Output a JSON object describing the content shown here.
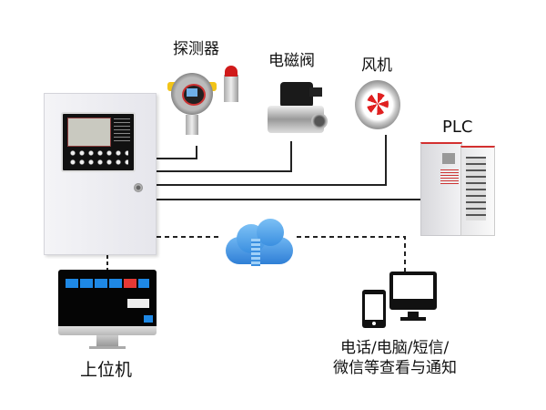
{
  "diagram": {
    "title": "Gas alarm controller system connection diagram",
    "nodes": {
      "controller": {
        "label": ""
      },
      "detector": {
        "label": "探测器"
      },
      "solenoid_valve": {
        "label": "电磁阀"
      },
      "fan": {
        "label": "风机"
      },
      "plc": {
        "label": "PLC"
      },
      "cloud": {
        "label": ""
      },
      "host_pc": {
        "label": "上位机"
      },
      "notification": {
        "label_line1": "电话/电脑/短信/",
        "label_line2": "微信等查看与通知"
      }
    },
    "edges": [
      {
        "from": "controller",
        "to": "detector",
        "style": "solid"
      },
      {
        "from": "controller",
        "to": "solenoid_valve",
        "style": "solid"
      },
      {
        "from": "controller",
        "to": "fan",
        "style": "solid"
      },
      {
        "from": "controller",
        "to": "plc",
        "style": "solid"
      },
      {
        "from": "controller",
        "to": "cloud",
        "style": "dashed"
      },
      {
        "from": "cloud",
        "to": "notification",
        "style": "dashed"
      },
      {
        "from": "controller",
        "to": "host_pc",
        "style": "dashed"
      }
    ],
    "colors": {
      "wire": "#222222",
      "cabinet": "#eeeef2",
      "panel": "#111111",
      "detector_yellow": "#f2c418",
      "beacon_red": "#d01a1a",
      "fan_red": "#e02020",
      "plc_stripe": "#d33030",
      "cloud_blue": "#3a8fe0",
      "screen_blue": "#1e88e5",
      "screen_red": "#e53935"
    }
  }
}
